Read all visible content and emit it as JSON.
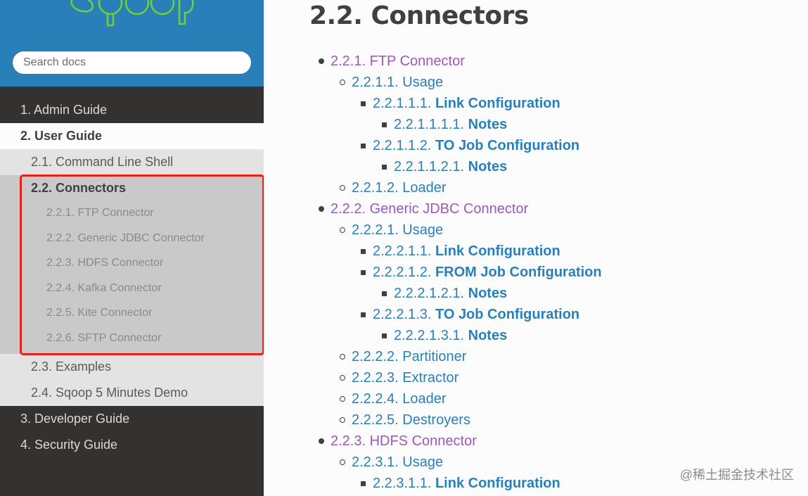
{
  "search": {
    "placeholder": "Search docs"
  },
  "nav": {
    "items": [
      {
        "label": "1. Admin Guide"
      },
      {
        "label": "2. User Guide"
      },
      {
        "label": "3. Developer Guide"
      },
      {
        "label": "4. Security Guide"
      }
    ],
    "user_guide_children": [
      {
        "label": "2.1. Command Line Shell"
      },
      {
        "label": "2.2. Connectors"
      },
      {
        "label": "2.3. Examples"
      },
      {
        "label": "2.4. Sqoop 5 Minutes Demo"
      }
    ],
    "connectors_children": [
      {
        "label": "2.2.1. FTP Connector"
      },
      {
        "label": "2.2.2. Generic JDBC Connector"
      },
      {
        "label": "2.2.3. HDFS Connector"
      },
      {
        "label": "2.2.4. Kafka Connector"
      },
      {
        "label": "2.2.5. Kite Connector"
      },
      {
        "label": "2.2.6. SFTP Connector"
      }
    ]
  },
  "main": {
    "title": "2.2. Connectors",
    "toc": [
      {
        "num": "2.2.1.",
        "text": "FTP Connector",
        "level": 0
      },
      {
        "num": "2.2.1.1.",
        "text": "Usage",
        "level": 1
      },
      {
        "num": "2.2.1.1.1.",
        "text": "Link Configuration",
        "level": 2
      },
      {
        "num": "2.2.1.1.1.1.",
        "text": "Notes",
        "level": 3
      },
      {
        "num": "2.2.1.1.2.",
        "text": "TO Job Configuration",
        "level": 2
      },
      {
        "num": "2.2.1.1.2.1.",
        "text": "Notes",
        "level": 3
      },
      {
        "num": "2.2.1.2.",
        "text": "Loader",
        "level": 1
      },
      {
        "num": "2.2.2.",
        "text": "Generic JDBC Connector",
        "level": 0
      },
      {
        "num": "2.2.2.1.",
        "text": "Usage",
        "level": 1
      },
      {
        "num": "2.2.2.1.1.",
        "text": "Link Configuration",
        "level": 2
      },
      {
        "num": "2.2.2.1.2.",
        "text": "FROM Job Configuration",
        "level": 2
      },
      {
        "num": "2.2.2.1.2.1.",
        "text": "Notes",
        "level": 3
      },
      {
        "num": "2.2.2.1.3.",
        "text": "TO Job Configuration",
        "level": 2
      },
      {
        "num": "2.2.2.1.3.1.",
        "text": "Notes",
        "level": 3
      },
      {
        "num": "2.2.2.2.",
        "text": "Partitioner",
        "level": 1
      },
      {
        "num": "2.2.2.3.",
        "text": "Extractor",
        "level": 1
      },
      {
        "num": "2.2.2.4.",
        "text": "Loader",
        "level": 1
      },
      {
        "num": "2.2.2.5.",
        "text": "Destroyers",
        "level": 1
      },
      {
        "num": "2.2.3.",
        "text": "HDFS Connector",
        "level": 0
      },
      {
        "num": "2.2.3.1.",
        "text": "Usage",
        "level": 1
      },
      {
        "num": "2.2.3.1.1.",
        "text": "Link Configuration",
        "level": 2
      }
    ]
  },
  "watermark": "@稀土掘金技术社区",
  "colors": {
    "header_blue": "#2980b9",
    "sidebar_dark": "#343131",
    "link_blue": "#2980b9",
    "link_visited": "#9b59b6",
    "highlight_red": "#e8201a"
  }
}
